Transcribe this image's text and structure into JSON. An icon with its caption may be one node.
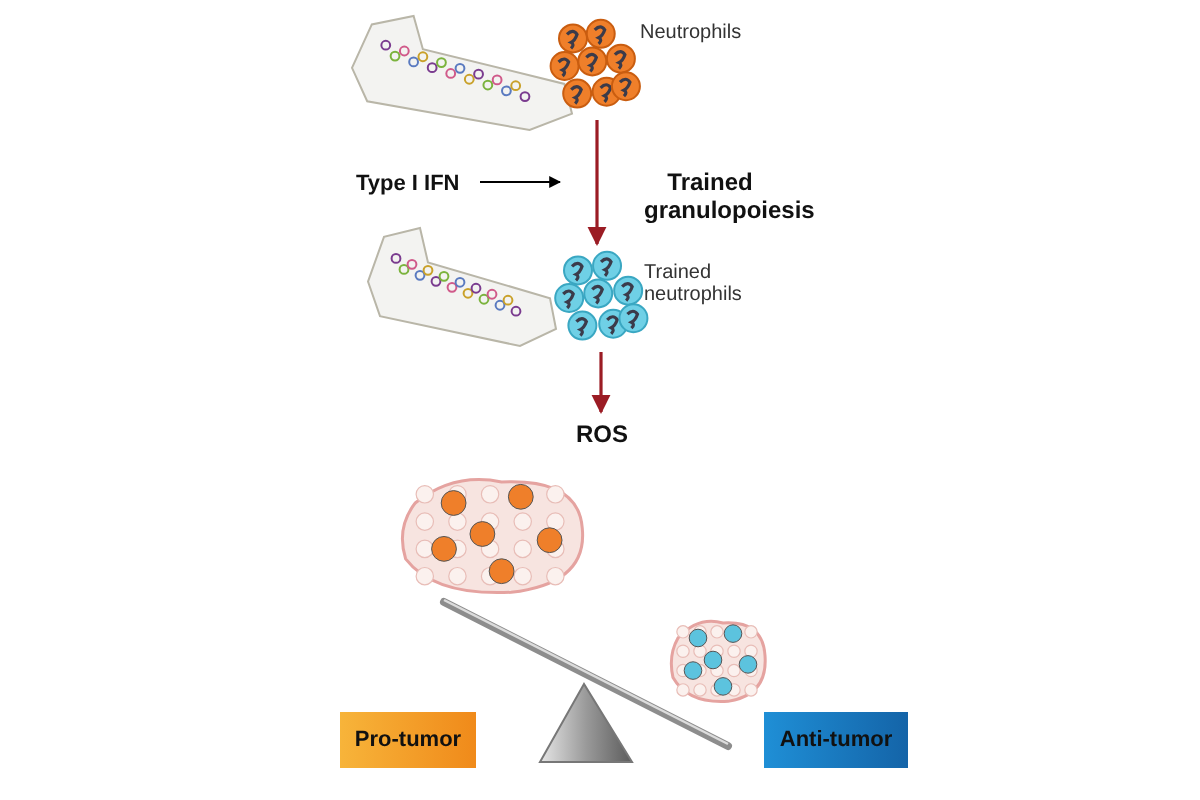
{
  "diagram": {
    "nodes": [
      {
        "text": [],
        "shape": "picture"
      },
      {
        "text": [],
        "shape": "picture",
        "beside": [
          "Neutrophils"
        ]
      },
      {
        "text": [
          "Type I IFN"
        ]
      },
      {
        "text": [],
        "shape": "picture"
      },
      {
        "text": [],
        "shape": "picture",
        "beside": [
          "Trained neutrophils"
        ]
      },
      {
        "text": [
          "ROS"
        ]
      },
      {
        "text": [],
        "shape": "picture"
      },
      {
        "text": [],
        "shape": "picture"
      },
      {
        "text": [
          "Pro-tumor"
        ]
      },
      {
        "text": [
          "Anti-tumor"
        ]
      }
    ],
    "edges": [
      {
        "from": 2,
        "to": null,
        "arrow": "to",
        "color": "#000000"
      },
      {
        "from": 1,
        "to": 4,
        "arrow": "to",
        "label": "Trained granulopoiesis"
      },
      {
        "from": 4,
        "to": 5,
        "arrow": "to"
      }
    ]
  }
}
